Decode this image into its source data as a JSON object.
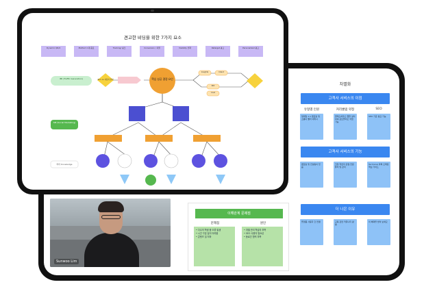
{
  "front_board": {
    "title": "견고한 비딩을 위한 7가지 요소",
    "cards": [
      "Dynamic QR/4",
      "Method 4 대 중요",
      "Tracking/ 링크",
      "Conversion / 지원",
      "Visibility 전략",
      "Retarget 광고",
      "Personalized 광고"
    ],
    "left_green_1": "IMI\n(Traffic Generation)",
    "left_green_2": "SM\n(Social Marketing)",
    "left_white": "리더 Knowledge",
    "diamond_left": "Turn on\n사용자 안내",
    "center_node": "핵심 성공\n결정 요인",
    "tags": [
      "Insights",
      "Intent",
      "ROI",
      "Cost"
    ]
  },
  "back_board": {
    "title": "차별화",
    "section1": "고객사 서비스의 이점",
    "section2": "고객사 서비스의 기능",
    "section3": "더 나은 이유",
    "col_heads": [
      "유형별 인원",
      "커리큘럼 약정",
      "SEO"
    ],
    "notes_row1": [
      "일대일 1:1 멘토링 및 소통이 빨라 대학시",
      "클래스하우스 앱을 설치하여 포트폴리오 작업 가능",
      "SEO 기준 필요 기능"
    ],
    "notes_row2": [
      "멘토링 및 컨설팅이 있음",
      "코칭 학습자 관점 전문 튜터 및 관리",
      "Technical 과목 오래된 핵심 가이드"
    ],
    "notes_row3": [
      "플랫폼 사용자 간 연결",
      "교육 관련 커뮤니티 활발",
      "이 혜택을 받아 보세요"
    ]
  },
  "left_board": {
    "band": "이해관계 문제점",
    "col_heads": [
      "문제점",
      "원인"
    ],
    "list_left": [
      "• 다수의 학생 중 오류 발생",
      "• 시간 구분 일이 어려움",
      "• 콘텐츠 질 저하"
    ],
    "list_right": [
      "• 개별 관리 학습자 부족",
      "• SEO 사용의 필요성",
      "• 동료간 협력 부족"
    ]
  },
  "video": {
    "name": "Sunwoo Lim"
  },
  "colors": {
    "accent_blue": "#3a87f0",
    "note_blue": "#8ec2f7",
    "green": "#56b84f",
    "orange": "#f0a032",
    "purple": "#c8b8f5",
    "navy": "#4b4fd1"
  }
}
